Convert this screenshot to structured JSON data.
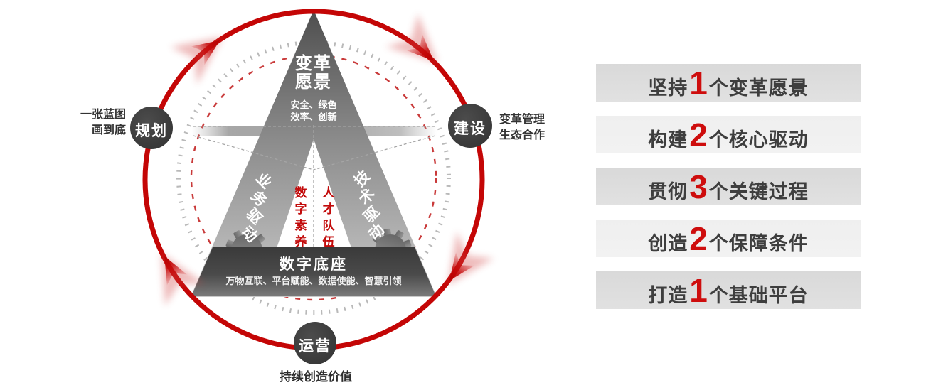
{
  "colors": {
    "ring_red": "#c40606",
    "dashed_red": "#c93a3a",
    "dotted_gray": "#b9b9b9",
    "node_dark": "#3b3b3b",
    "number_red": "#ce0d0d",
    "bar_gray": "#dcdcdc"
  },
  "diagram": {
    "nodes": {
      "planning": "规划",
      "construction": "建设",
      "operation": "运营"
    },
    "captions": {
      "planning_line1": "一张蓝图",
      "planning_line2": "画到底",
      "construction_line1": "变革管理",
      "construction_line2": "生态合作",
      "operation": "持续创造价值"
    },
    "pyramid": {
      "vision_line1": "变革",
      "vision_line2": "愿景",
      "vision_sub_line1": "安全、绿色",
      "vision_sub_line2": "效率、创新",
      "left_leg": "业务驱动",
      "right_leg": "技术驱动",
      "center_left": "数字素养",
      "center_right": "人才队伍",
      "base_title": "数字底座",
      "base_subtitle": "万物互联、平台赋能、数据使能、智慧引领"
    }
  },
  "summary": {
    "items": [
      {
        "prefix": "坚持",
        "number": "1",
        "suffix": "个变革愿景"
      },
      {
        "prefix": "构建",
        "number": "2",
        "suffix": "个核心驱动"
      },
      {
        "prefix": "贯彻",
        "number": "3",
        "suffix": "个关键过程"
      },
      {
        "prefix": "创造",
        "number": "2",
        "suffix": "个保障条件"
      },
      {
        "prefix": "打造",
        "number": "1",
        "suffix": "个基础平台"
      }
    ]
  }
}
